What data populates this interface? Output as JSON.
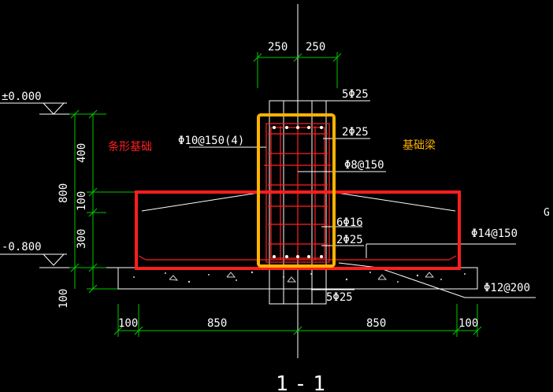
{
  "top_dims": [
    "250",
    "250"
  ],
  "elevations": {
    "top": "±0.000",
    "bottom": "-0.800"
  },
  "left_dims": {
    "d400": "400",
    "d800": "800",
    "d100a": "100",
    "d300": "300",
    "d100b": "100"
  },
  "bottom_dims": {
    "left100": "100",
    "left850": "850",
    "right850": "850",
    "right100": "100"
  },
  "rebar_labels": {
    "top_bars": "5Φ25",
    "middle_bars": "2Φ25",
    "stirrup": "Φ8@150",
    "stirrup_left": "Φ10@150(4)",
    "side_bars": "6Φ16",
    "lower_bars": "2Φ25",
    "footing_main": "Φ14@150",
    "footing_dist": "Φ12@200",
    "bottom_bars": "5Φ25"
  },
  "annotations": {
    "strip_foundation": "条形基础",
    "foundation_beam": "基础梁"
  },
  "section_title": "1-1",
  "edge_glyph": "G",
  "colors": {
    "background": "#000000",
    "line": "#ffffff",
    "dimension": "#00c800",
    "rebar": "#ff2020",
    "strip_box": "#ff1e1e",
    "beam_box": "#ffb300"
  }
}
